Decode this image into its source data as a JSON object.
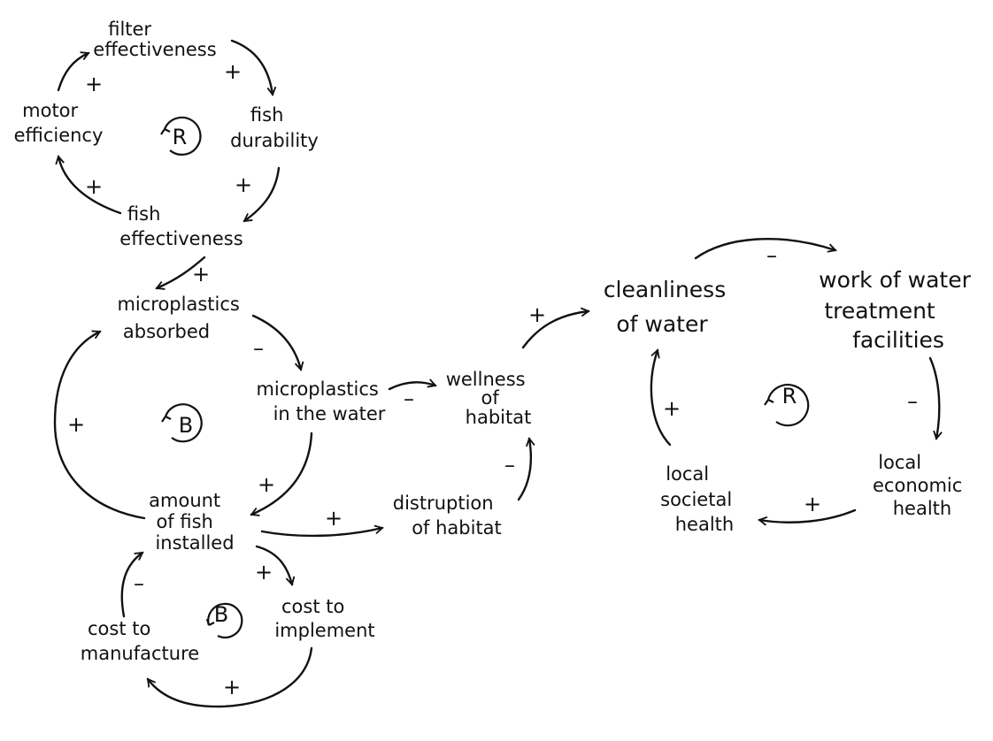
{
  "nodes": {
    "filter_effectiveness": [
      "filter",
      "effectiveness"
    ],
    "fish_durability": [
      "fish",
      "durability"
    ],
    "fish_effectiveness": [
      "fish",
      "effectiveness"
    ],
    "motor_efficiency": [
      "motor",
      "efficiency"
    ],
    "microplastics_absorbed": [
      "microplastics",
      "absorbed"
    ],
    "microplastics_in_water": [
      "microplastics",
      "in the water"
    ],
    "wellness_of_habitat": [
      "wellness",
      "of",
      "habitat"
    ],
    "amount_of_fish_installed": [
      "amount",
      "of fish",
      "installed"
    ],
    "disruption_of_habitat": [
      "distruption",
      "of habitat"
    ],
    "cost_to_implement": [
      "cost to",
      "implement"
    ],
    "cost_to_manufacture": [
      "cost to",
      "manufacture"
    ],
    "cleanliness_of_water": [
      "cleanliness",
      "of water"
    ],
    "work_of_water_treatment": [
      "work of water",
      "treatment",
      "facilities"
    ],
    "local_economic_health": [
      "local",
      "economic",
      "health"
    ],
    "local_societal_health": [
      "local",
      "societal",
      "health"
    ]
  },
  "polarities": {
    "motor_to_filter": "+",
    "filter_to_durability": "+",
    "durability_to_fish_eff": "+",
    "fish_eff_to_motor": "+",
    "fish_eff_to_absorbed": "+",
    "absorbed_to_water": "–",
    "water_to_wellness": "–",
    "water_to_amount": "+",
    "amount_to_absorbed": "+",
    "amount_to_disruption": "+",
    "disruption_to_wellness": "–",
    "amount_to_cost_implement": "+",
    "cost_implement_to_manufacture": "+",
    "manufacture_to_amount": "–",
    "wellness_to_cleanliness": "+",
    "cleanliness_to_treatment": "–",
    "treatment_to_economic": "–",
    "economic_to_societal": "+",
    "societal_to_cleanliness": "+"
  },
  "loops": {
    "top_loop": "R",
    "middle_loop": "B",
    "bottom_loop": "B",
    "right_loop": "R"
  }
}
